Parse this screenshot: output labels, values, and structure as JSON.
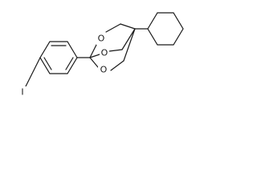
{
  "molecule": {
    "atoms": [
      {
        "id": "O1",
        "label": "O"
      },
      {
        "id": "O2",
        "label": "O"
      },
      {
        "id": "O3",
        "label": "O"
      },
      {
        "id": "I",
        "label": "I"
      }
    ]
  },
  "colors": {
    "bond": "#1a1a1a",
    "label": "#1a1a1a",
    "background": "#ffffff"
  }
}
